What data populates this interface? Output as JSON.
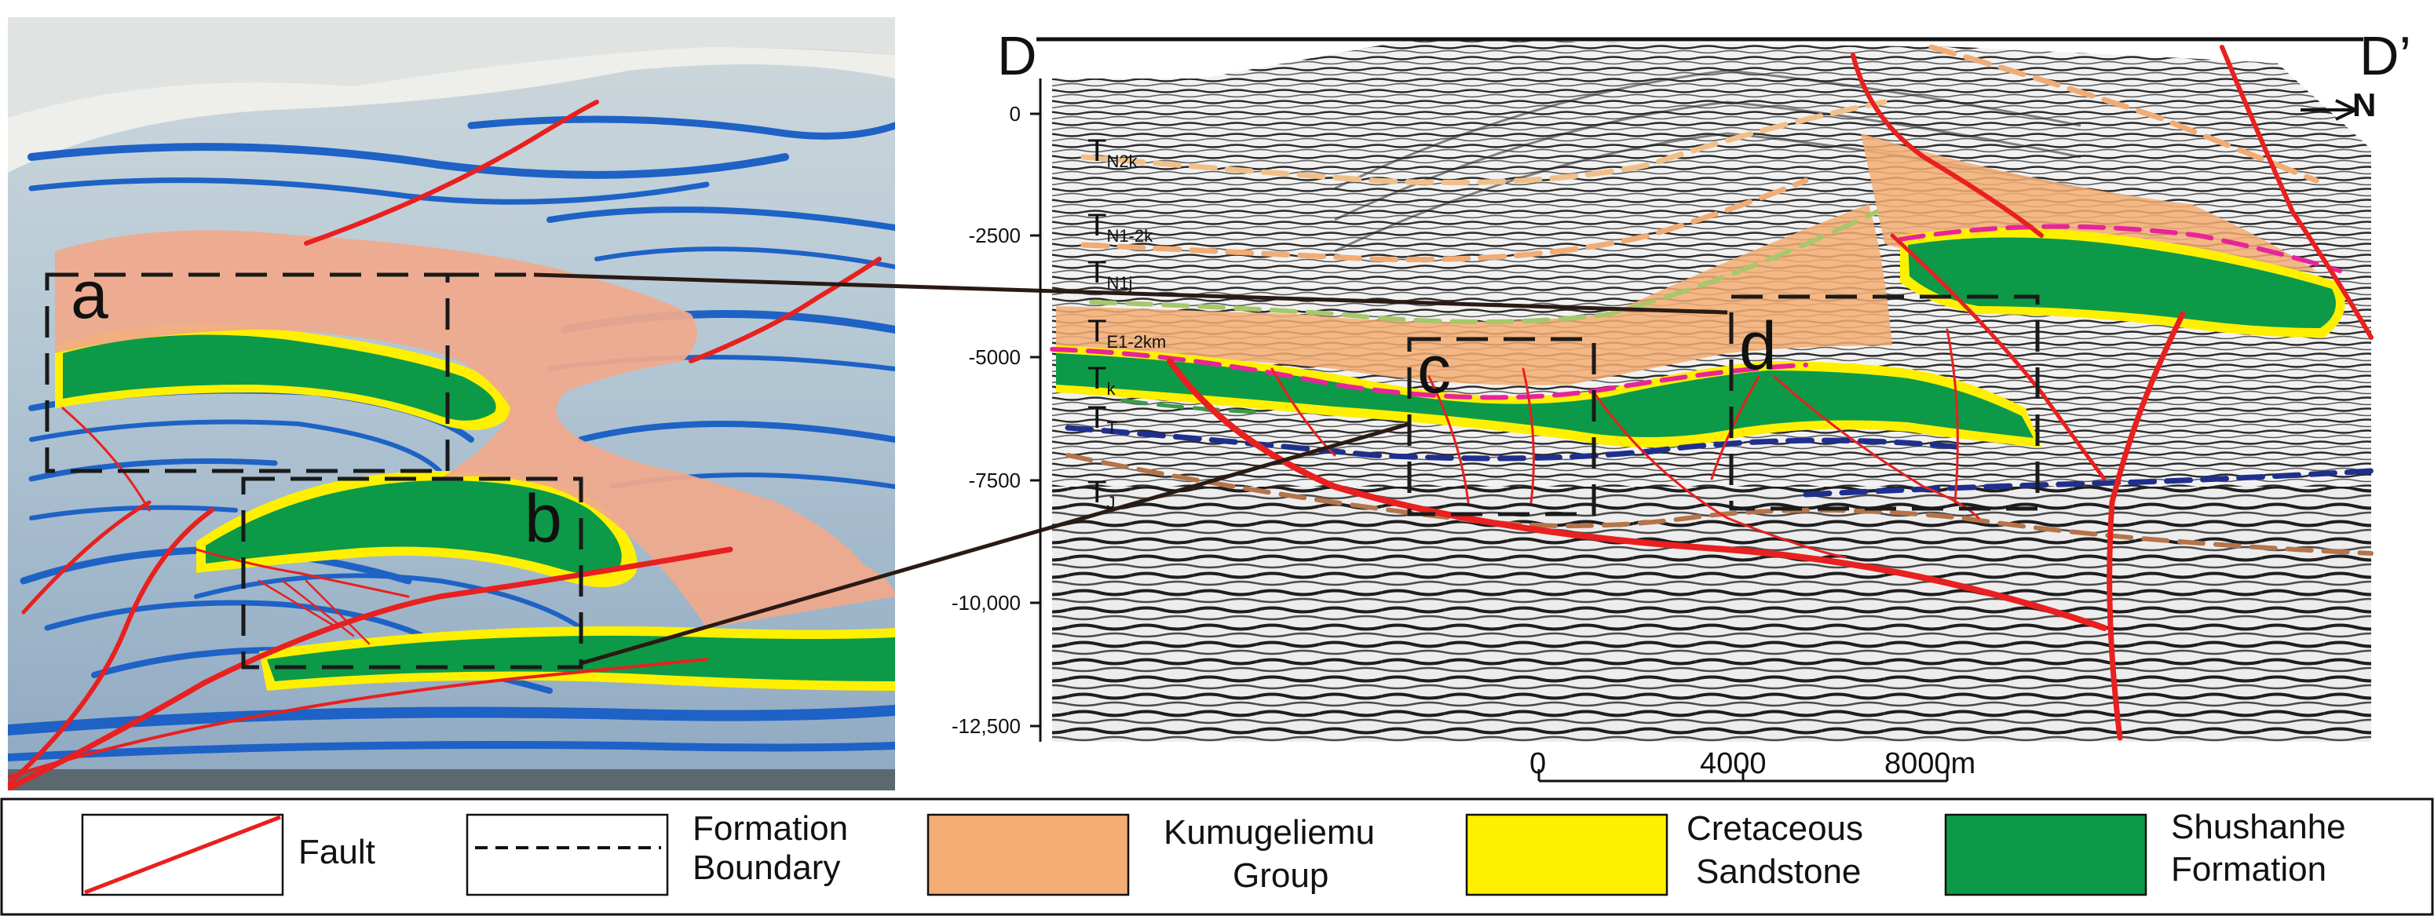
{
  "section": {
    "start_label": "D",
    "end_label": "D’",
    "north_label": "N"
  },
  "depth_axis": {
    "ticks": [
      "0",
      "-2500",
      "-5000",
      "-7500",
      "-10,000",
      "-12,500"
    ]
  },
  "horizons": [
    {
      "main": "T",
      "sub": "N2k"
    },
    {
      "main": "T",
      "sub": "N1-2k"
    },
    {
      "main": "T",
      "sub": "N1j"
    },
    {
      "main": "T",
      "sub": "E1-2km"
    },
    {
      "main": "T",
      "sub": "k"
    },
    {
      "main": "T",
      "sub": "T"
    },
    {
      "main": "T",
      "sub": "J"
    }
  ],
  "boxes": {
    "a": "a",
    "b": "b",
    "c": "c",
    "d": "d"
  },
  "scale_bar": {
    "ticks": [
      "0",
      "4000",
      "8000m"
    ]
  },
  "legend": {
    "fault": [
      "Fault"
    ],
    "boundary": [
      "Formation",
      "Boundary"
    ],
    "kumugeliemu": [
      "Kumugeliemu",
      "Group"
    ],
    "cretaceous": [
      "Cretaceous",
      "Sandstone"
    ],
    "shushanhe": [
      "Shushanhe",
      "Formation"
    ]
  },
  "colors": {
    "fault": "#e8201f",
    "kumugeliemu": "#f5ad73",
    "cretaceous": "#fff000",
    "shushanhe": "#0d9a48",
    "model_background": "#a9c3d2",
    "model_stripes": "#1e62c6"
  }
}
